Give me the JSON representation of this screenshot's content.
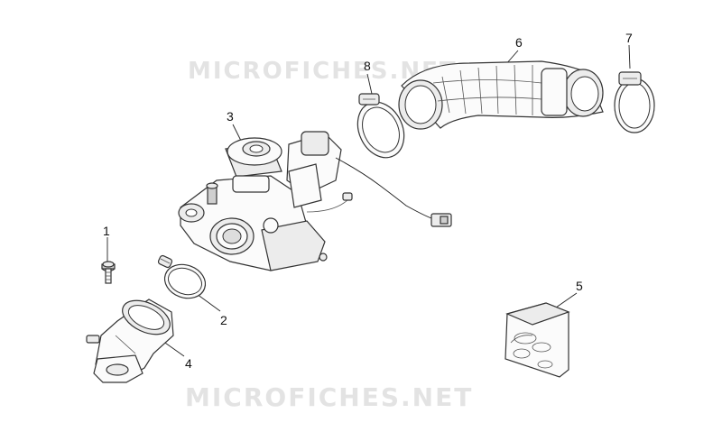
{
  "watermark": {
    "top": "MICROFICHES.NET",
    "bottom": "MICROFICHES.NET"
  },
  "callouts": {
    "c1": "1",
    "c2": "2",
    "c3": "3",
    "c4": "4",
    "c5": "5",
    "c6": "6",
    "c7": "7",
    "c8": "8"
  }
}
